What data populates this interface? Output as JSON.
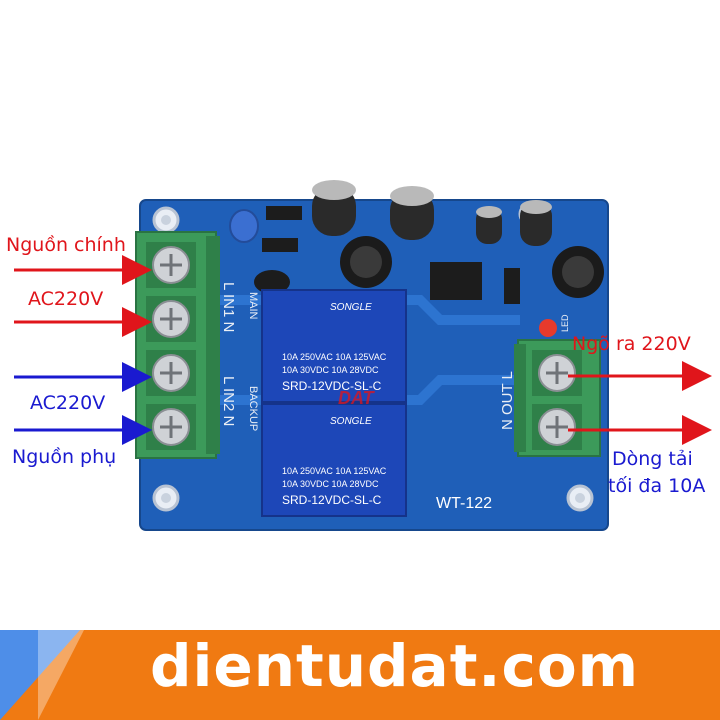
{
  "labels": {
    "main_power": "Nguồn chính",
    "main_voltage": "AC220V",
    "backup_voltage": "AC220V",
    "backup_power": "Nguồn phụ",
    "output": "Ngõ ra 220V",
    "max_load_line1": "Dòng tải",
    "max_load_line2": "tối đa 10A"
  },
  "board": {
    "model": "WT-122",
    "in1_silk": "L IN1 N",
    "main_silk": "MAIN",
    "in2_silk": "L IN2 N",
    "backup_silk": "BACKUP",
    "out_silk": "N OUT L",
    "led_silk": "LED",
    "relay_brand": "SONGLE",
    "relay_spec_1": "10A 250VAC  10A 125VAC",
    "relay_spec_2": "10A  30VDC  10A  28VDC",
    "relay_model": "SRD-12VDC-SL-C",
    "watermark": "DAT"
  },
  "footer": {
    "brand": "dientudat.com"
  },
  "colors": {
    "pcb": "#1f5fb8",
    "terminal": "#3c9a5a",
    "relay": "#1d47b8",
    "arrow_red": "#e0151b",
    "arrow_blue": "#1a1ad0",
    "footer": "#f07a12"
  }
}
